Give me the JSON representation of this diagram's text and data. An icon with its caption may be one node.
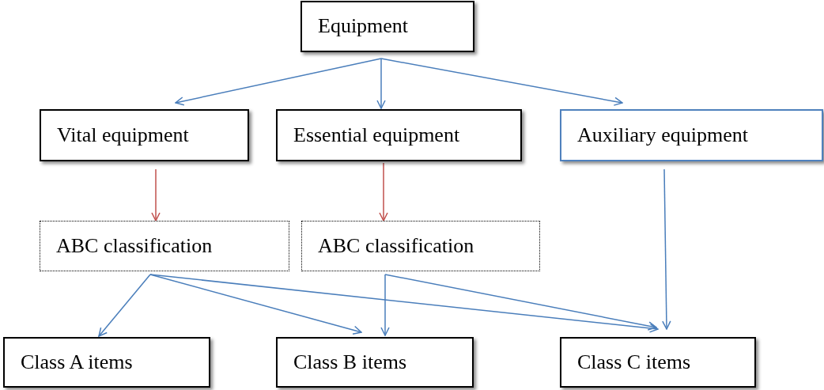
{
  "diagram": {
    "nodes": [
      {
        "text": [
          "Equipment"
        ]
      },
      {
        "text": [
          "Vital equipment"
        ]
      },
      {
        "text": [
          "Essential equipment"
        ]
      },
      {
        "text": [
          "Auxiliary equipment"
        ]
      },
      {
        "text": [
          "ABC classification"
        ]
      },
      {
        "text": [
          "ABC classification"
        ]
      },
      {
        "text": [
          "Class A items"
        ]
      },
      {
        "text": [
          "Class B items"
        ]
      },
      {
        "text": [
          "Class C items"
        ]
      }
    ],
    "edges": [
      {
        "from": 0,
        "to": 1,
        "arrow": "to"
      },
      {
        "from": 0,
        "to": 2,
        "arrow": "to"
      },
      {
        "from": 0,
        "to": 3,
        "arrow": "to"
      },
      {
        "from": 1,
        "to": 4,
        "arrow": "to",
        "color": "#c0504d"
      },
      {
        "from": 2,
        "to": 5,
        "arrow": "to",
        "color": "#c0504d"
      },
      {
        "from": 3,
        "to": 8,
        "arrow": "to"
      },
      {
        "from": 4,
        "to": 6,
        "arrow": "to"
      },
      {
        "from": 4,
        "to": 7,
        "arrow": "to"
      },
      {
        "from": 4,
        "to": 8,
        "arrow": "to"
      },
      {
        "from": 5,
        "to": 7,
        "arrow": "to"
      },
      {
        "from": 5,
        "to": 8,
        "arrow": "to"
      }
    ]
  }
}
